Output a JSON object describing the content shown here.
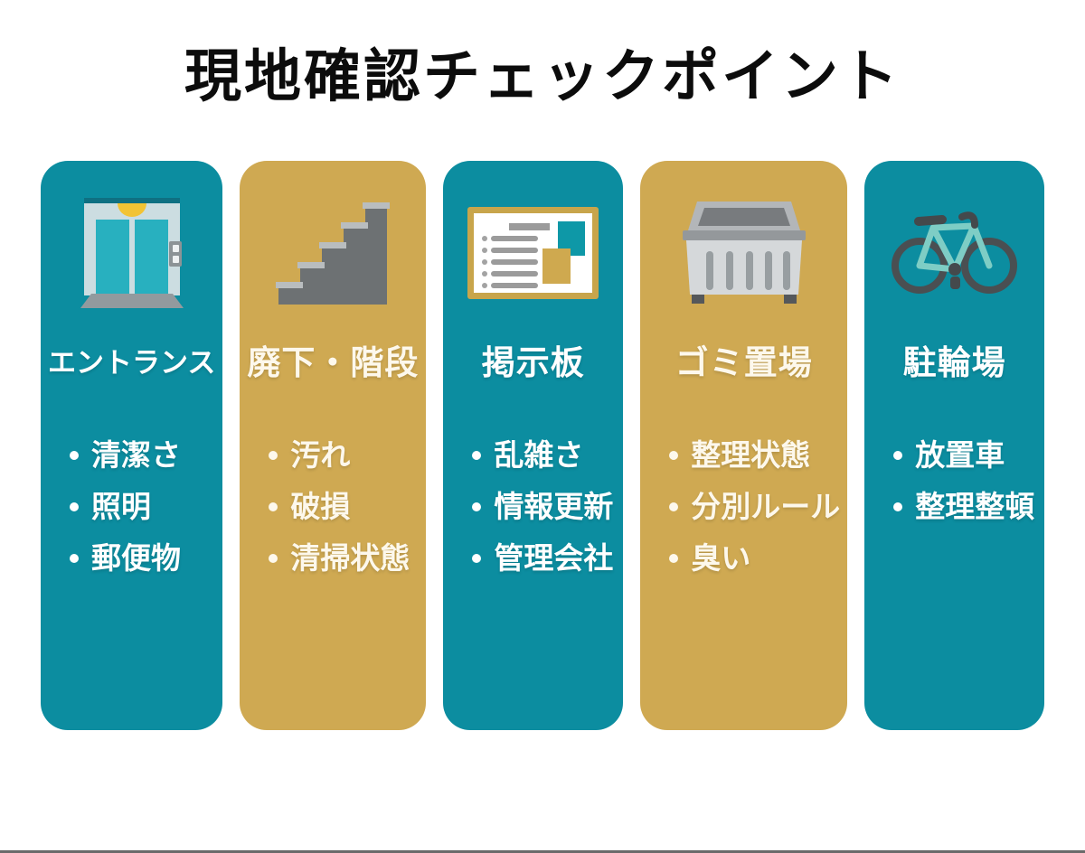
{
  "page": {
    "title": "現地確認チェックポイント"
  },
  "colors": {
    "teal_card": "#0c8da0",
    "gold_card": "#cfa952",
    "text_on_teal": "#ffffff",
    "text_on_gold": "#fdf8ec",
    "title_text": "#0c0c0c"
  },
  "cards": [
    {
      "theme": "teal",
      "icon": "elevator-icon",
      "title": "エントランス",
      "items": [
        "清潔さ",
        "照明",
        "郵便物"
      ]
    },
    {
      "theme": "gold",
      "icon": "stairs-icon",
      "title": "廃下・階段",
      "items": [
        "汚れ",
        "破損",
        "清掃状態"
      ]
    },
    {
      "theme": "teal",
      "icon": "bulletin-board-icon",
      "title": "掲示板",
      "items": [
        "乱雑さ",
        "情報更新",
        "管理会社"
      ]
    },
    {
      "theme": "gold",
      "icon": "dumpster-icon",
      "title": "ゴミ置場",
      "items": [
        "整理状態",
        "分別ルール",
        "臭い"
      ]
    },
    {
      "theme": "teal",
      "icon": "bicycle-icon",
      "title": "駐輪場",
      "items": [
        "放置車",
        "整理整頓"
      ]
    }
  ]
}
